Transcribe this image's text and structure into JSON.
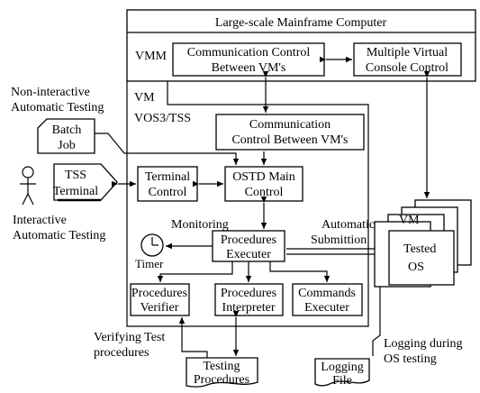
{
  "diagram": {
    "mainframe": {
      "title": "Large-scale Mainframe Computer"
    },
    "vmm": {
      "label": "VMM",
      "comm_control": [
        "Communication Control",
        "Between VM's"
      ],
      "multi_console": [
        "Multiple Virtual",
        "Console Control"
      ]
    },
    "vm_label": "VM",
    "vos3": {
      "label": "VOS3/TSS",
      "comm_control": [
        "Communication",
        "Control Between VM's"
      ],
      "terminal_control": [
        "Terminal",
        "Control"
      ],
      "ostd_main": [
        "OSTD Main",
        "Control"
      ],
      "procedures_executer": [
        "Procedures",
        "Executer"
      ],
      "procedures_verifier": [
        "Procedures",
        "Verifier"
      ],
      "procedures_interpreter": [
        "Procedures",
        "Interpreter"
      ],
      "commands_executer": [
        "Commands",
        "Executer"
      ]
    },
    "non_interactive": [
      "Non-interactive",
      "Automatic Testing"
    ],
    "batch_job": [
      "Batch",
      "Job"
    ],
    "tss_terminal": [
      "TSS",
      "Terminal"
    ],
    "interactive": [
      "Interactive",
      "Automatic Testing"
    ],
    "monitoring": "Monitoring",
    "timer": "Timer",
    "automatic_submission": [
      "Automatic",
      "Submittion"
    ],
    "tested_vm": {
      "vm": "VM",
      "tested": "Tested",
      "os": "OS"
    },
    "verifying": [
      "Verifying Test",
      "procedures"
    ],
    "testing_procedures": [
      "Testing",
      "Procedures"
    ],
    "logging_during": [
      "Logging during",
      "OS testing"
    ],
    "logging_file": [
      "Logging",
      "File"
    ]
  }
}
